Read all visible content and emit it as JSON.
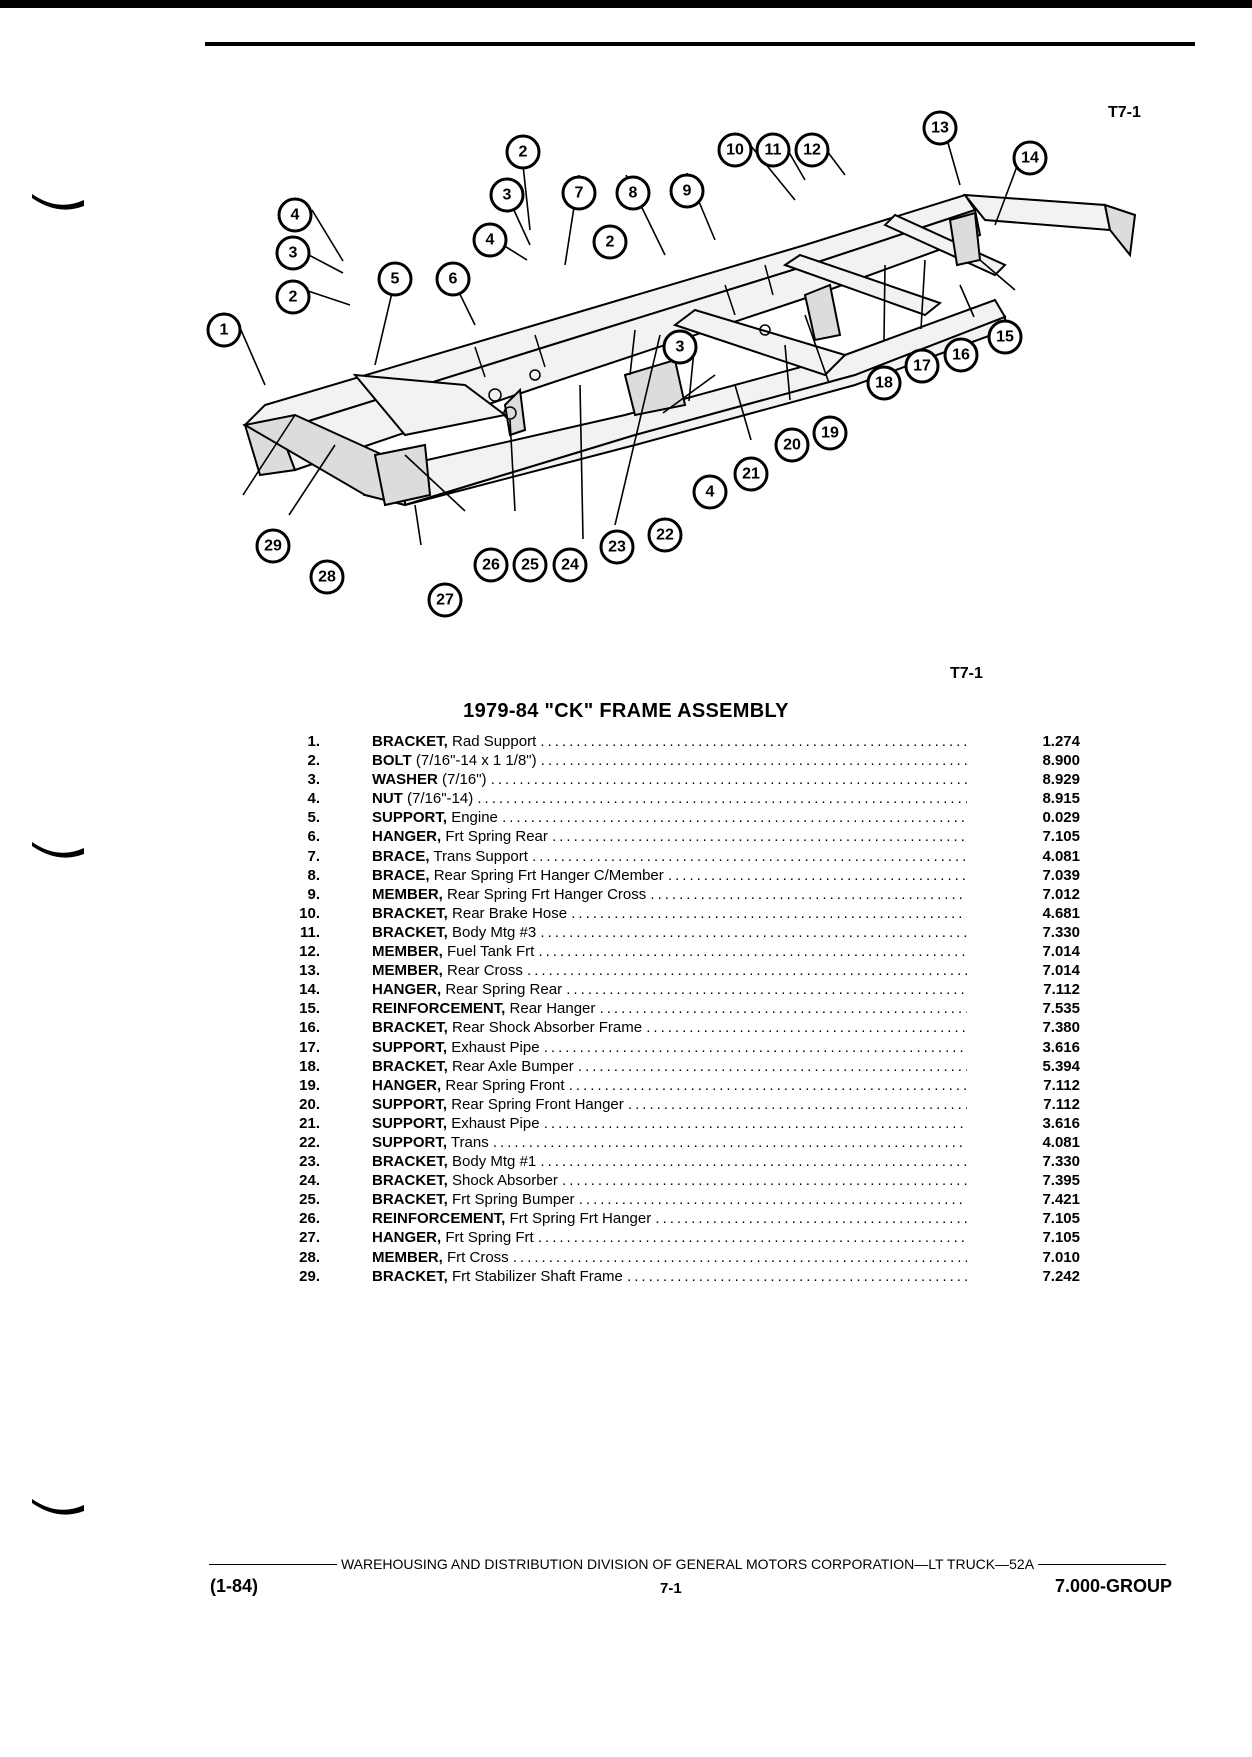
{
  "figure_id_top": "T7-1",
  "figure_id_bottom": "T7-1",
  "title": "1979-84 \"CK\" FRAME ASSEMBLY",
  "callouts": [
    "1",
    "2",
    "3",
    "4",
    "5",
    "6",
    "7",
    "8",
    "9",
    "10",
    "11",
    "12",
    "13",
    "14",
    "15",
    "16",
    "17",
    "18",
    "19",
    "20",
    "21",
    "22",
    "23",
    "24",
    "25",
    "26",
    "27",
    "28",
    "29"
  ],
  "parts": [
    {
      "num": "1.",
      "kind": "BRACKET,",
      "desc": "Rad Support",
      "code": "1.274"
    },
    {
      "num": "2.",
      "kind": "BOLT",
      "desc": "(7/16\"-14 x 1 1/8\")",
      "code": "8.900"
    },
    {
      "num": "3.",
      "kind": "WASHER",
      "desc": "(7/16\")",
      "code": "8.929"
    },
    {
      "num": "4.",
      "kind": "NUT",
      "desc": "(7/16\"-14)",
      "code": "8.915"
    },
    {
      "num": "5.",
      "kind": "SUPPORT,",
      "desc": "Engine",
      "code": "0.029"
    },
    {
      "num": "6.",
      "kind": "HANGER,",
      "desc": "Frt Spring Rear",
      "code": "7.105"
    },
    {
      "num": "7.",
      "kind": "BRACE,",
      "desc": "Trans Support",
      "code": "4.081"
    },
    {
      "num": "8.",
      "kind": "BRACE,",
      "desc": "Rear Spring Frt Hanger C/Member",
      "code": "7.039"
    },
    {
      "num": "9.",
      "kind": "MEMBER,",
      "desc": "Rear Spring Frt Hanger Cross",
      "code": "7.012"
    },
    {
      "num": "10.",
      "kind": "BRACKET,",
      "desc": "Rear Brake Hose",
      "code": "4.681"
    },
    {
      "num": "11.",
      "kind": "BRACKET,",
      "desc": "Body Mtg #3",
      "code": "7.330"
    },
    {
      "num": "12.",
      "kind": "MEMBER,",
      "desc": "Fuel Tank Frt",
      "code": "7.014"
    },
    {
      "num": "13.",
      "kind": "MEMBER,",
      "desc": "Rear Cross",
      "code": "7.014"
    },
    {
      "num": "14.",
      "kind": "HANGER,",
      "desc": "Rear Spring Rear",
      "code": "7.112"
    },
    {
      "num": "15.",
      "kind": "REINFORCEMENT,",
      "desc": "Rear Hanger",
      "code": "7.535"
    },
    {
      "num": "16.",
      "kind": "BRACKET,",
      "desc": "Rear Shock Absorber Frame",
      "code": "7.380"
    },
    {
      "num": "17.",
      "kind": "SUPPORT,",
      "desc": "Exhaust Pipe",
      "code": "3.616"
    },
    {
      "num": "18.",
      "kind": "BRACKET,",
      "desc": "Rear Axle Bumper",
      "code": "5.394"
    },
    {
      "num": "19.",
      "kind": "HANGER,",
      "desc": "Rear Spring Front",
      "code": "7.112"
    },
    {
      "num": "20.",
      "kind": "SUPPORT,",
      "desc": "Rear Spring Front Hanger",
      "code": "7.112"
    },
    {
      "num": "21.",
      "kind": "SUPPORT,",
      "desc": "Exhaust Pipe",
      "code": "3.616"
    },
    {
      "num": "22.",
      "kind": "SUPPORT,",
      "desc": "Trans",
      "code": "4.081"
    },
    {
      "num": "23.",
      "kind": "BRACKET,",
      "desc": "Body Mtg #1",
      "code": "7.330"
    },
    {
      "num": "24.",
      "kind": "BRACKET,",
      "desc": "Shock Absorber",
      "code": "7.395"
    },
    {
      "num": "25.",
      "kind": "BRACKET,",
      "desc": "Frt Spring Bumper",
      "code": "7.421"
    },
    {
      "num": "26.",
      "kind": "REINFORCEMENT,",
      "desc": "Frt Spring Frt Hanger",
      "code": "7.105"
    },
    {
      "num": "27.",
      "kind": "HANGER,",
      "desc": "Frt Spring Frt",
      "code": "7.105"
    },
    {
      "num": "28.",
      "kind": "MEMBER,",
      "desc": "Frt Cross",
      "code": "7.010"
    },
    {
      "num": "29.",
      "kind": "BRACKET,",
      "desc": "Frt Stabilizer Shaft Frame",
      "code": "7.242"
    }
  ],
  "footer": {
    "division": "WAREHOUSING AND DISTRIBUTION DIVISION OF GENERAL MOTORS CORPORATION—LT TRUCK—52A",
    "date": "(1-84)",
    "page": "7-1",
    "group": "7.000-GROUP"
  }
}
